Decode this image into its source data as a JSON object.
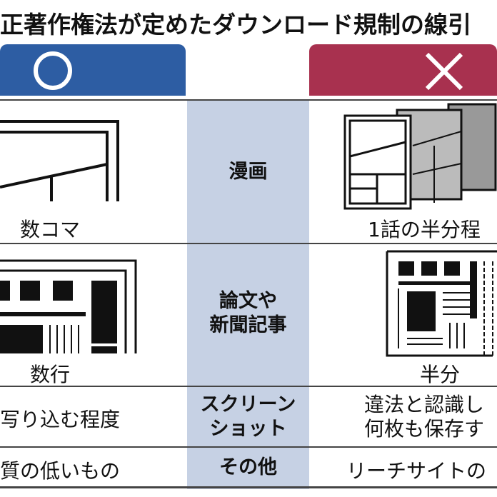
{
  "title": "正著作権法が定めたダウンロード規制の線引",
  "header": {
    "ok_symbol": "○",
    "ng_symbol": "×",
    "ok_color": "#2d5da3",
    "ng_color": "#a8314f",
    "ok_icon": "circle-icon",
    "ng_icon": "cross-icon"
  },
  "rows": [
    {
      "category": "漫画",
      "ok": "数コマ",
      "ng": "1話の半分程"
    },
    {
      "category": "論文や\n新聞記事",
      "category_lines": [
        "論文や",
        "新聞記事"
      ],
      "ok": "数行",
      "ng": "半分"
    },
    {
      "category_lines": [
        "スクリーン",
        "ショット"
      ],
      "ok": "写り込む程度",
      "ng_lines": [
        "違法と認識し",
        "何枚も保存す"
      ]
    },
    {
      "category": "その他",
      "ok": "質の低いもの",
      "ng": "リーチサイトの"
    }
  ]
}
